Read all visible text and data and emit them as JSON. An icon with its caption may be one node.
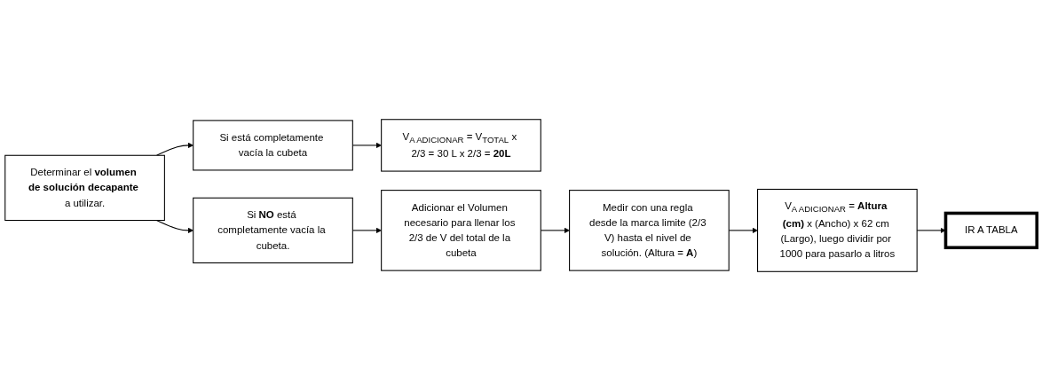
{
  "diagram": {
    "nodes": [
      {
        "text": [
          "Determinar el **volumen de solución decapante** a utilizar."
        ]
      },
      {
        "text": [
          "Si está completamente vacía la cubeta"
        ]
      },
      {
        "text": [
          "V$_{A ADICIONAR}$ = V$_{TOTAL}$ x 2/3 = 30 L x 2/3 = **20L**"
        ]
      },
      {
        "text": [
          "Si **NO** está completamente vacía la cubeta."
        ]
      },
      {
        "text": [
          "Adicionar el Volumen necesario para llenar los 2/3 de V del total de la cubeta"
        ]
      },
      {
        "text": [
          "Medir con una regla desde la marca limite (2/3 V) hasta el nivel de solución. (Altura = **A**)"
        ]
      },
      {
        "text": [
          "V$_{A ADICIONAR}$ = **Altura (cm)** x (Ancho) x 62 cm (Largo), luego dividir por 1000 para pasarlo a litros"
        ]
      },
      {
        "text": [
          "IR A TABLA"
        ]
      }
    ],
    "edges": [
      {
        "from": 0,
        "to": 1,
        "arrow": "to"
      },
      {
        "from": 1,
        "to": 2,
        "arrow": "to"
      },
      {
        "from": 0,
        "to": 3,
        "arrow": "to"
      },
      {
        "from": 3,
        "to": 4,
        "arrow": "to"
      },
      {
        "from": 4,
        "to": 5,
        "arrow": "to"
      },
      {
        "from": 5,
        "to": 6,
        "arrow": "to"
      },
      {
        "from": 6,
        "to": 7,
        "arrow": "to"
      }
    ]
  }
}
